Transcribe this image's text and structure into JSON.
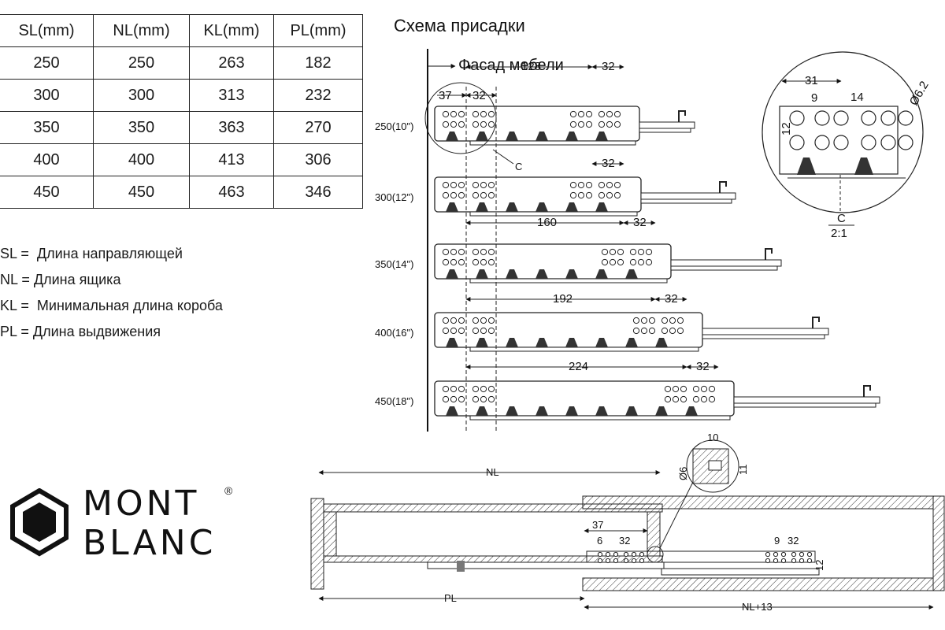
{
  "table": {
    "headers": [
      "SL(mm)",
      "NL(mm)",
      "KL(mm)",
      "PL(mm)"
    ],
    "rows": [
      [
        "250",
        "250",
        "263",
        "182"
      ],
      [
        "300",
        "300",
        "313",
        "232"
      ],
      [
        "350",
        "350",
        "363",
        "270"
      ],
      [
        "400",
        "400",
        "413",
        "306"
      ],
      [
        "450",
        "450",
        "463",
        "346"
      ]
    ]
  },
  "legend": [
    {
      "abbr": "SL =",
      "text": "Длина направляющей"
    },
    {
      "abbr": "NL =",
      "text": "Длина ящика"
    },
    {
      "abbr": "KL =",
      "text": "Минимальная длина короба"
    },
    {
      "abbr": "PL =",
      "text": "Длина выдвижения"
    }
  ],
  "logo": {
    "line1": "MONT",
    "line2": "BLANC",
    "mark": "®",
    "icon": "hexagon-icon"
  },
  "scheme": {
    "title": "Схема присадки",
    "facade_label": "Фасад мебели",
    "rails": [
      {
        "size": "250(10\")",
        "dim_main": "128",
        "dim_offset": "32",
        "dim_left1": "37",
        "dim_left2": "32"
      },
      {
        "size": "300(12\")",
        "dim_main": "",
        "dim_offset": "32"
      },
      {
        "size": "350(14\")",
        "dim_main": "160",
        "dim_offset": "32"
      },
      {
        "size": "400(16\")",
        "dim_main": "192",
        "dim_offset": "32"
      },
      {
        "size": "450(18\")",
        "dim_main": "224",
        "dim_offset": "32"
      }
    ],
    "callout_label": "C"
  },
  "detail_c": {
    "dims": [
      "31",
      "9",
      "14",
      "Ø6.2",
      "12"
    ],
    "label": "C",
    "scale": "2:1"
  },
  "assembly": {
    "labels": {
      "nl": "NL",
      "pl": "PL",
      "nl13": "NL+13",
      "d37": "37",
      "d6": "6",
      "d32a": "32",
      "d9": "9",
      "d32b": "32",
      "d12": "12",
      "d10": "10",
      "dia6": "Ø6",
      "d11": "11"
    }
  }
}
